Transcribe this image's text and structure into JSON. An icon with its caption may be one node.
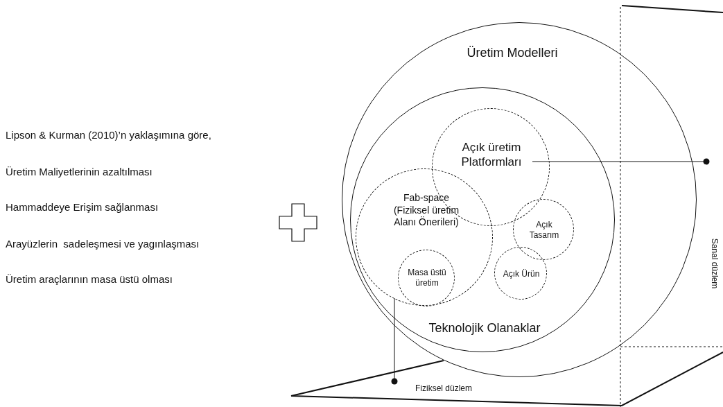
{
  "diagram": {
    "nodes": [
      {
        "text": [
          "Üretim Modelleri"
        ]
      },
      {
        "text": [
          "Teknolojik Olanaklar"
        ],
        "in": 0
      },
      {
        "text": [
          "Açık üretim Platformları"
        ],
        "in": 1
      },
      {
        "text": [
          "Fab-space (Fiziksel üretim Alanı Önerileri)"
        ],
        "in": 1
      },
      {
        "text": [
          "Masa üstü üretim"
        ],
        "in": 3
      },
      {
        "text": [
          "Açık Tasarım"
        ],
        "in": 1
      },
      {
        "text": [
          "Açık Ürün"
        ],
        "in": 1
      },
      {
        "text": [
          "Sanal düzlem"
        ]
      },
      {
        "text": [
          "Fiziksel düzlem"
        ]
      }
    ],
    "edges": [
      {
        "from": 2,
        "to": 7,
        "arrow": "other"
      },
      {
        "from": 3,
        "to": 8,
        "arrow": "other"
      }
    ],
    "labels": [
      "Lipson & Kurman (2010)’n yaklaşımına göre,",
      "Üretim Maliyetlerinin azaltılması",
      "Hammaddeye Erişim sağlanması",
      "Arayüzlerin  sadeleşmesi ve yagınlaşması",
      "Üretim araçlarının masa üstü olması"
    ]
  }
}
